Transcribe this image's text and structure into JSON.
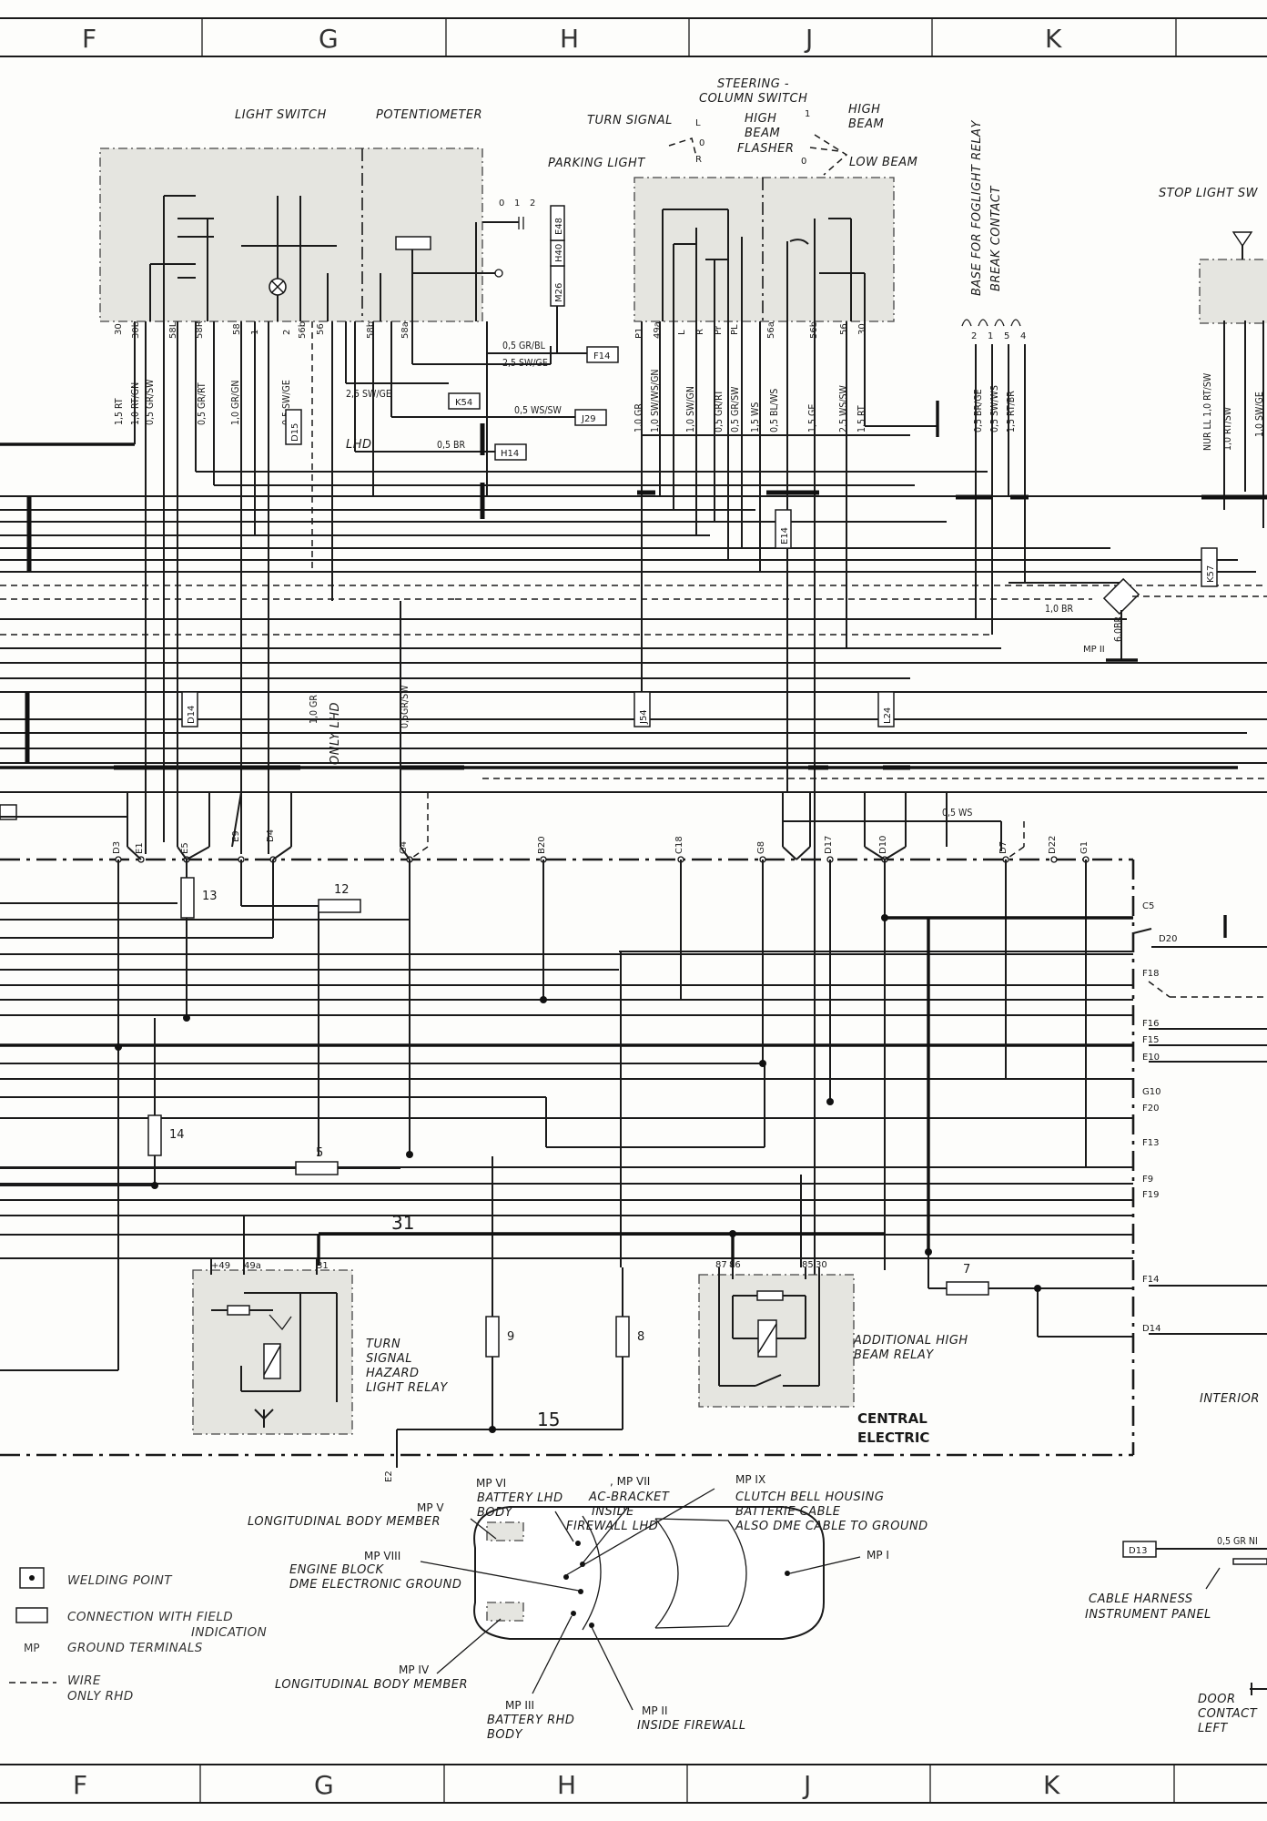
{
  "columns": [
    "F",
    "G",
    "H",
    "J",
    "K"
  ],
  "components": {
    "light_switch": "LIGHT SWITCH",
    "potentiometer": "POTENTIOMETER",
    "steering_column_switch": [
      "STEERING -",
      "COLUMN SWITCH"
    ],
    "turn_signal": "TURN SIGNAL",
    "high_beam_flasher": [
      "HIGH",
      "BEAM",
      "FLASHER"
    ],
    "high_beam": [
      "HIGH",
      "BEAM"
    ],
    "low_beam": "LOW BEAM",
    "parking_light": "PARKING LIGHT",
    "base_foglight_relay": "BASE FOR FOGLIGHT RELAY",
    "break_contact": "BREAK CONTACT",
    "stop_light_switch": "STOP LIGHT SW",
    "turn_signal_hazard_relay": [
      "TURN",
      "SIGNAL",
      "HAZARD",
      "LIGHT RELAY"
    ],
    "additional_high_beam_relay": [
      "ADDITIONAL HIGH",
      "BEAM RELAY"
    ],
    "central_electric": [
      "CENTRAL",
      "ELECTRIC"
    ],
    "interior": "INTERIOR",
    "cable_harness": [
      "CABLE HARNESS",
      "INSTRUMENT PANEL"
    ],
    "door_contact": [
      "DOOR",
      "CONTACT",
      "LEFT"
    ],
    "lhd": "LHD",
    "only_lhd": "ONLY LHD"
  },
  "switch_positions": {
    "headlight": [
      "0",
      "1",
      "2"
    ],
    "turn": [
      "L",
      "0",
      "R"
    ],
    "beam": [
      "1",
      "0"
    ]
  },
  "connectors": [
    "M26",
    "H40",
    "E48",
    "F14",
    "K54",
    "J29",
    "H14",
    "D15",
    "E14",
    "K57",
    "D14",
    "J54",
    "L24",
    "D13"
  ],
  "fuses": [
    "13",
    "12",
    "14",
    "5",
    "9",
    "8",
    "7"
  ],
  "bus_labels": [
    "31",
    "15"
  ],
  "ground_points": {
    "mp_v": [
      "MP V",
      "LONGITUDINAL BODY MEMBER"
    ],
    "mp_vi": [
      "MP VI",
      "BATTERY LHD",
      "BODY"
    ],
    "mp_vii": [
      ", MP VII",
      "AC-BRACKET",
      "INSIDE",
      "FIREWALL LHD"
    ],
    "mp_ix": [
      "MP IX",
      "CLUTCH BELL HOUSING",
      "BATTERIE CABLE",
      "ALSO DME CABLE TO GROUND"
    ],
    "mp_viii": [
      "MP VIII",
      "ENGINE BLOCK",
      "DME ELECTRONIC GROUND"
    ],
    "mp_iv": [
      "MP IV",
      "LONGITUDINAL BODY MEMBER"
    ],
    "mp_iii": [
      "MP III",
      "BATTERY RHD",
      "BODY"
    ],
    "mp_ii": [
      "MP II",
      "INSIDE FIREWALL"
    ],
    "mp_i": "MP I",
    "mp_ii_small": "MP II"
  },
  "legend": {
    "welding_point": "WELDING POINT",
    "connection": [
      "CONNECTION WITH FIELD",
      "INDICATION"
    ],
    "mp_abbr": "MP",
    "ground_terminals": "GROUND TERMINALS",
    "wire_rhd": [
      "WIRE",
      "ONLY RHD"
    ]
  },
  "wire_labels": {
    "ls": [
      "1,5 RT",
      "1,0 RT/GN",
      "0,5 GR/SW",
      "0,5 GR/RT",
      "1,0 GR/GN",
      "0,5 SW/GE",
      "0,5 GR/BL",
      "2,5 SW/GE",
      "2,5 SW/GE",
      "0,5 WS/SW",
      "0,5 BR"
    ],
    "sc": [
      "1,0 GR",
      "1,0 SW/WS/GN",
      "1,0 SW/GN",
      "0,5 GR/RT",
      "0,5 GR/SW",
      "1,5 WS",
      "0,5 BL/WS",
      "1,5 GE",
      "2,5 WS/SW",
      "1,5 RT"
    ],
    "fog": [
      "0,5 BR/GE",
      "0,5 SW/WS",
      "1,5 RT/BR"
    ],
    "stop": [
      "NUR LL 1,0 RT/SW",
      "1,0 RT/SW",
      "1,0 SW/GE"
    ],
    "mid": [
      "1,0 GR",
      "0,5GR/SW",
      "1,0 BR",
      "6,0BR",
      "0,5 WS",
      "0,5 GR NI"
    ]
  },
  "pin_labels": {
    "ls": [
      "30",
      "30b",
      "58L",
      "58R",
      "58",
      "1",
      "2",
      "56b",
      "56",
      "58b",
      "58a"
    ],
    "sc": [
      "P1",
      "49a",
      "L",
      "R",
      "Pr",
      "PL",
      "56a",
      "56b",
      "56",
      "30"
    ],
    "fog": [
      "2",
      "1",
      "5",
      "4"
    ],
    "ce_top": [
      "D3",
      "E1",
      "E5",
      "E9",
      "D4",
      "G4",
      "B20",
      "C18",
      "G8",
      "D17",
      "D10",
      "D7",
      "D22",
      "G1"
    ],
    "ce_right": [
      "C5",
      "D20",
      "F18",
      "F16",
      "F15",
      "E10",
      "G10",
      "F20",
      "F13",
      "F9",
      "F19",
      "F14",
      "D14"
    ],
    "e2": "E2",
    "relay1": [
      "+49",
      "49a",
      "31"
    ],
    "relay2": [
      "87",
      "86",
      "85",
      "30"
    ]
  }
}
